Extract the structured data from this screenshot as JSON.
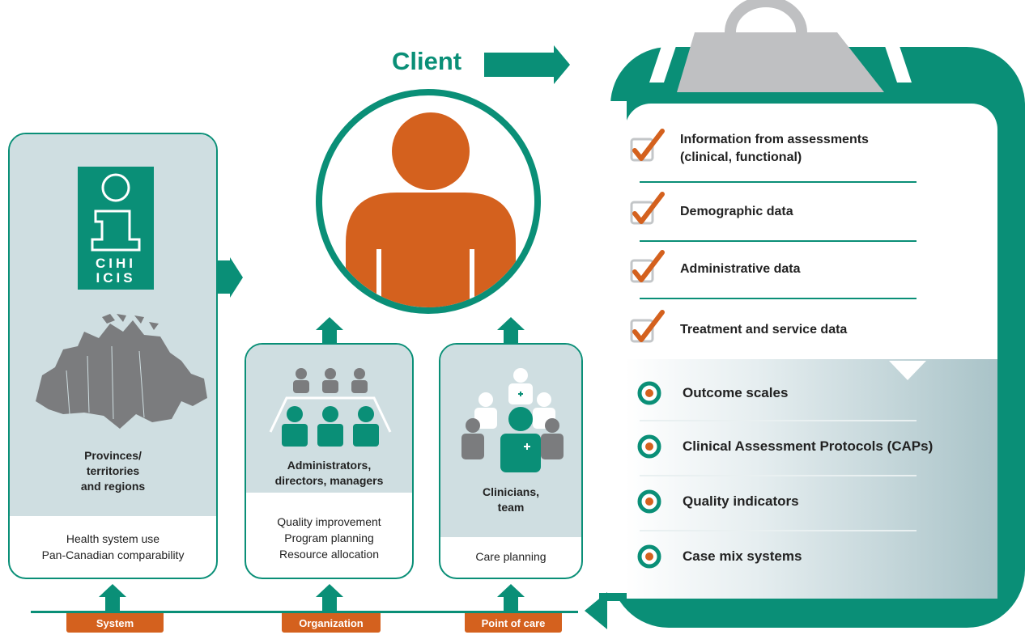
{
  "client": {
    "label": "Client"
  },
  "cihi_logo": {
    "line1": "CIHI",
    "line2": "ICIS"
  },
  "system_card": {
    "title_lines": [
      "Provinces/",
      "territories",
      "and regions"
    ],
    "uses": [
      "Health system use",
      "Pan-Canadian comparability"
    ]
  },
  "organization_card": {
    "title_lines": [
      "Administrators,",
      "directors, managers"
    ],
    "uses": [
      "Quality improvement",
      "Program planning",
      "Resource allocation"
    ]
  },
  "care_card": {
    "title_lines": [
      "Clinicians,",
      "team"
    ],
    "uses": [
      "Care planning"
    ]
  },
  "data_inputs": [
    {
      "lines": [
        "Information from assessments",
        "(clinical, functional)"
      ]
    },
    {
      "lines": [
        "Demographic data"
      ]
    },
    {
      "lines": [
        "Administrative data"
      ]
    },
    {
      "lines": [
        "Treatment and service data"
      ]
    }
  ],
  "outputs": [
    {
      "label": "Outcome scales"
    },
    {
      "label": "Clinical Assessment Protocols (CAPs)"
    },
    {
      "label": "Quality indicators"
    },
    {
      "label": "Case mix systems"
    }
  ],
  "levels": [
    {
      "label": "System"
    },
    {
      "label": "Organization"
    },
    {
      "label": "Point of care"
    }
  ],
  "colors": {
    "teal": "#0a8f77",
    "orange": "#d4611e",
    "panel_blue": "#cfdee1",
    "clip_gray": "#bfc0c2",
    "icon_gray": "#7b7c7e"
  }
}
